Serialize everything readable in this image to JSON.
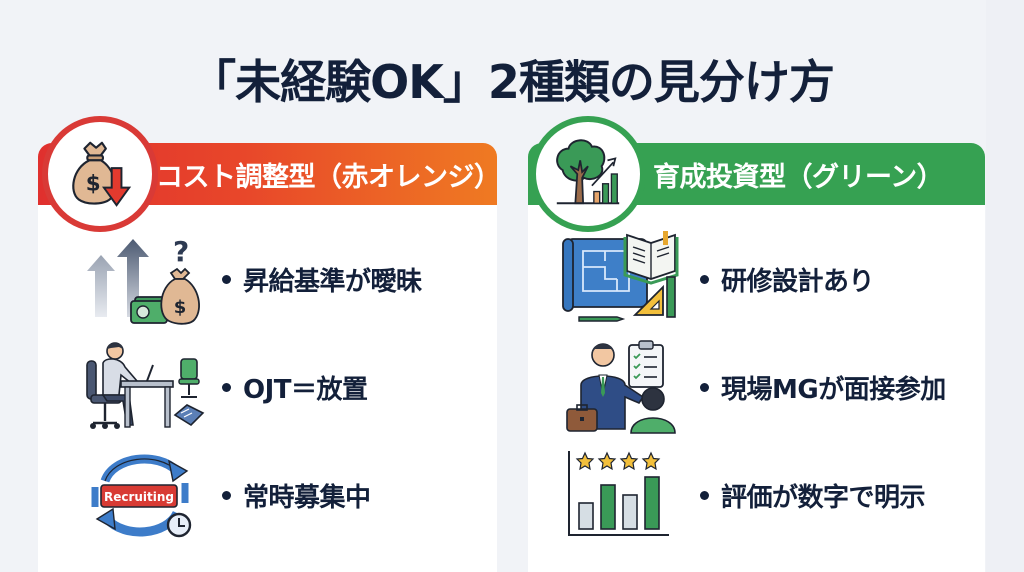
{
  "title": "「未経験OK」2種類の見分け方",
  "colors": {
    "navy_text": "#13203a",
    "background": "#f1f3f7",
    "cost_gradient_start": "#e0302e",
    "cost_gradient_end": "#ef7a22",
    "growth_green": "#36a152"
  },
  "cards": [
    {
      "id": "cost-adjustment",
      "header_label": "コスト調整型（赤オレンジ）",
      "badge_icon": "money-bag-down-arrow-icon",
      "items": [
        {
          "icon": "rising-arrows-question-money-icon",
          "label": "昇給基準が曖昧"
        },
        {
          "icon": "person-alone-at-desk-icon",
          "label": "OJT＝放置"
        },
        {
          "icon": "recruiting-cycle-clock-icon",
          "label": "常時募集中",
          "icon_text": "Recruiting"
        }
      ]
    },
    {
      "id": "growth-investment",
      "header_label": "育成投資型（グリーン）",
      "badge_icon": "tree-growth-chart-icon",
      "items": [
        {
          "icon": "blueprint-book-ruler-icon",
          "label": "研修設計あり"
        },
        {
          "icon": "manager-interview-clipboard-icon",
          "label": "現場MGが面接参加"
        },
        {
          "icon": "star-rating-bar-chart-icon",
          "label": "評価が数字で明示"
        }
      ]
    }
  ]
}
